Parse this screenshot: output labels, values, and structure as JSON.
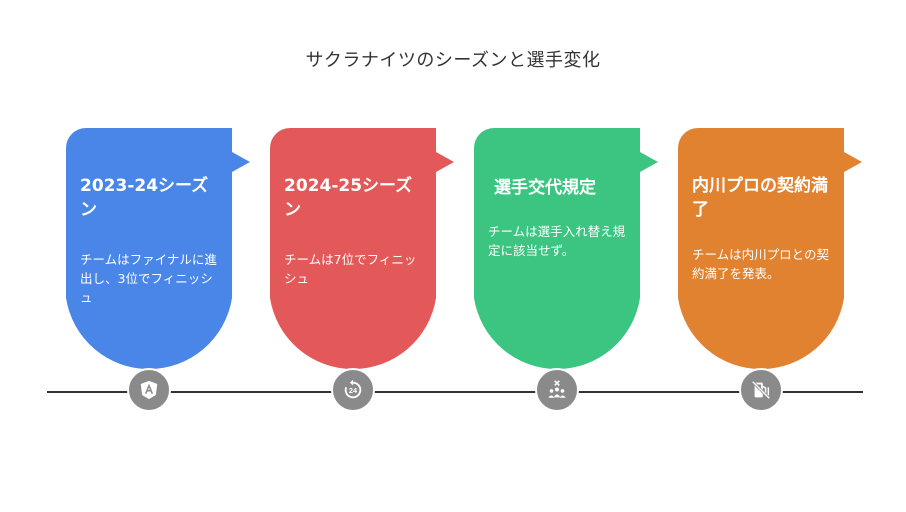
{
  "title": "サクラナイツのシーズンと選手変化",
  "colors": {
    "blue": "#4a86e8",
    "red": "#e35959",
    "green": "#3cc581",
    "orange": "#e08230",
    "marker": "#8a8a8a",
    "line": "#333333"
  },
  "steps": [
    {
      "title": "2023-24シーズン",
      "desc": "チームはファイナルに進出し、3位でフィニッシュ",
      "icon": "angular-logo-icon"
    },
    {
      "title": "2024-25シーズン",
      "desc": "チームは7位でフィニッシュ",
      "icon": "refresh-24-icon"
    },
    {
      "title": "選手交代規定",
      "desc": "チームは選手入れ替え規定に該当せず。",
      "icon": "group-x-icon"
    },
    {
      "title": "内川プロの契約満了",
      "desc": "チームは内川プロとの契約満了を発表。",
      "icon": "no-fuel-icon"
    }
  ]
}
